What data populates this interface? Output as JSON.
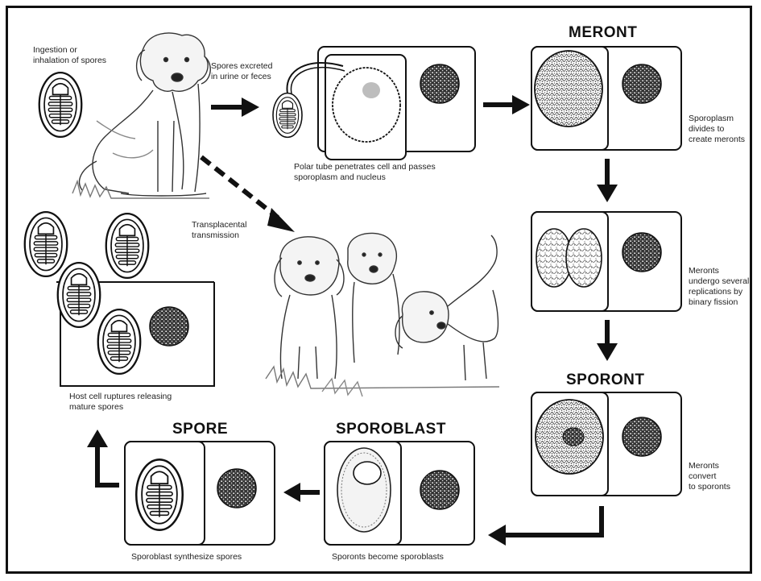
{
  "captions": {
    "ingestion": "Ingestion or\ninhalation of spores",
    "excreted": "Spores excreted\nin urine or feces",
    "polar_tube": "Polar tube penetrates cell and passes\nsporoplasm and nucleus",
    "transplacental": "Transplacental\ntransmission",
    "sporoplasm_divides": "Sporoplasm\ndivides to\ncreate meronts",
    "binary_fission": "Meronts\nundergo several\nreplications by\nbinary fission",
    "convert": "Meronts\nconvert\nto sporonts",
    "host_rupture": "Host cell ruptures releasing\nmature spores",
    "synthesize": "Sporoblast synthesize spores",
    "become_sporoblasts": "Sporonts become sporoblasts"
  },
  "stage_titles": {
    "meront": "MERONT",
    "sporont": "SPORONT",
    "sporoblast": "SPOROBLAST",
    "spore": "SPORE"
  },
  "colors": {
    "line": "#111111",
    "nucleus_fill": "#bdbdbd",
    "texture": "#555555"
  }
}
